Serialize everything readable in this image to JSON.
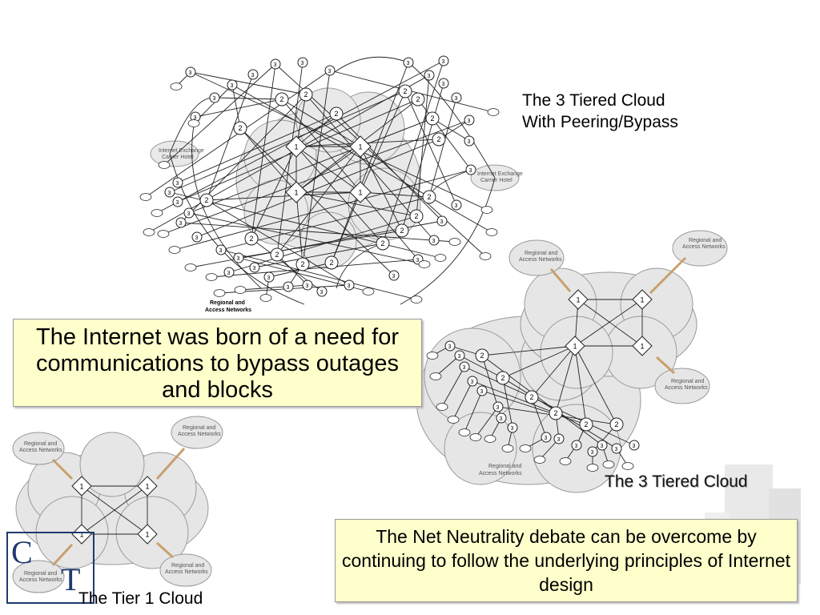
{
  "labels": {
    "three_tier_bypass_line1": "The 3 Tiered Cloud",
    "three_tier_bypass_line2": "With Peering/Bypass",
    "three_tier": "The 3 Tiered Cloud",
    "tier1": "The Tier 1 Cloud"
  },
  "callouts": {
    "born": "The Internet was born of a need for communications to bypass outages and blocks",
    "neutrality": "The Net Neutrality debate can be overcome by continuing to follow the underlying principles of Internet design"
  },
  "diagram_text": {
    "regional": "Regional and",
    "access": "Access Networks",
    "exchange1": "Internet Exchange",
    "exchange2": "Carrier Hotel",
    "tier1": "1",
    "tier2": "2",
    "tier3": "3"
  },
  "logo": {
    "letters_top": "C",
    "letters_bottom": "T"
  },
  "colors": {
    "callout_bg": "#ffffcc",
    "arrow": "#c8a070",
    "logo": "#1f3a6e"
  }
}
